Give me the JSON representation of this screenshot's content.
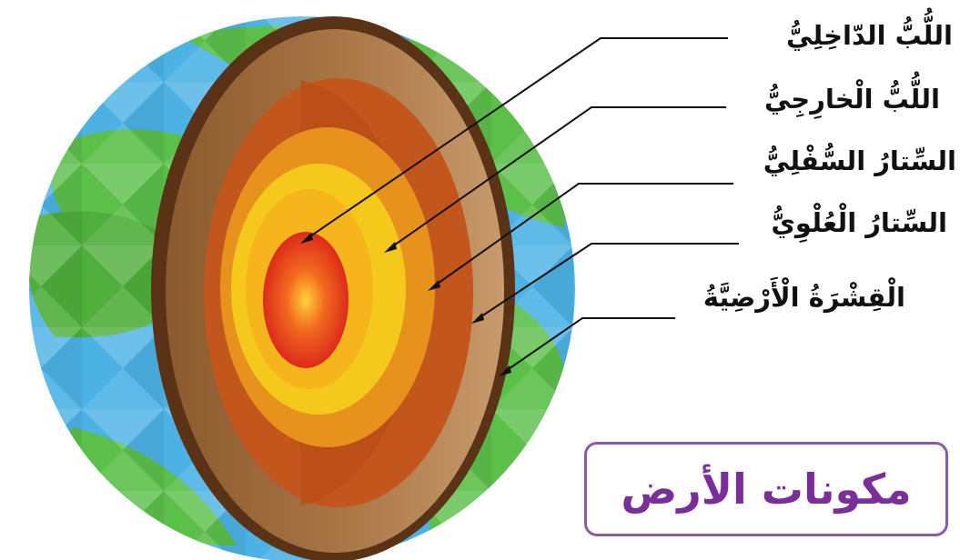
{
  "title": "مكونات الأرض",
  "labels": {
    "inner_core": "اللُّبُّ الدّاخِلِيُّ",
    "outer_core": "اللُّبُّ الْخارِجِيُّ",
    "lower_mantle": "السِّتارُ السُّفْلِيُّ",
    "upper_mantle": "السِّتارُ الْعُلْوِيُّ",
    "crust": "الْقِشْرَةُ الْأَرْضِيَّةُ"
  },
  "colors": {
    "ocean": "#5fc0ea",
    "land": "#5cbf4a",
    "crust": "#7a4a22",
    "crust_light": "#b98a5a",
    "upper_mantle": "#c2561c",
    "lower_mantle": "#e8921e",
    "outer_core": "#f5c81c",
    "inner_core": "#e8341c",
    "title_border": "#8a5aa8",
    "title_text": "#7a2e9a"
  }
}
